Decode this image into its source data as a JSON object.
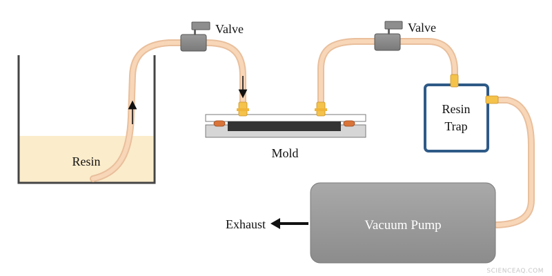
{
  "labels": {
    "valve_left": "Valve",
    "valve_right": "Valve",
    "mold": "Mold",
    "resin": "Resin",
    "resin_trap_line1": "Resin",
    "resin_trap_line2": "Trap",
    "vacuum_pump": "Vacuum Pump",
    "exhaust": "Exhaust",
    "watermark": "SCIENCEAQ.COM"
  },
  "colors": {
    "tube": "#f6cfae",
    "resin_fill": "#fbeccb",
    "fitting": "#f5c24a",
    "valve": "#8a8a8a",
    "pump": "#9a9a9a",
    "trap_border": "#2e5a87",
    "mold_core": "#333333",
    "seal": "#d9743a"
  }
}
